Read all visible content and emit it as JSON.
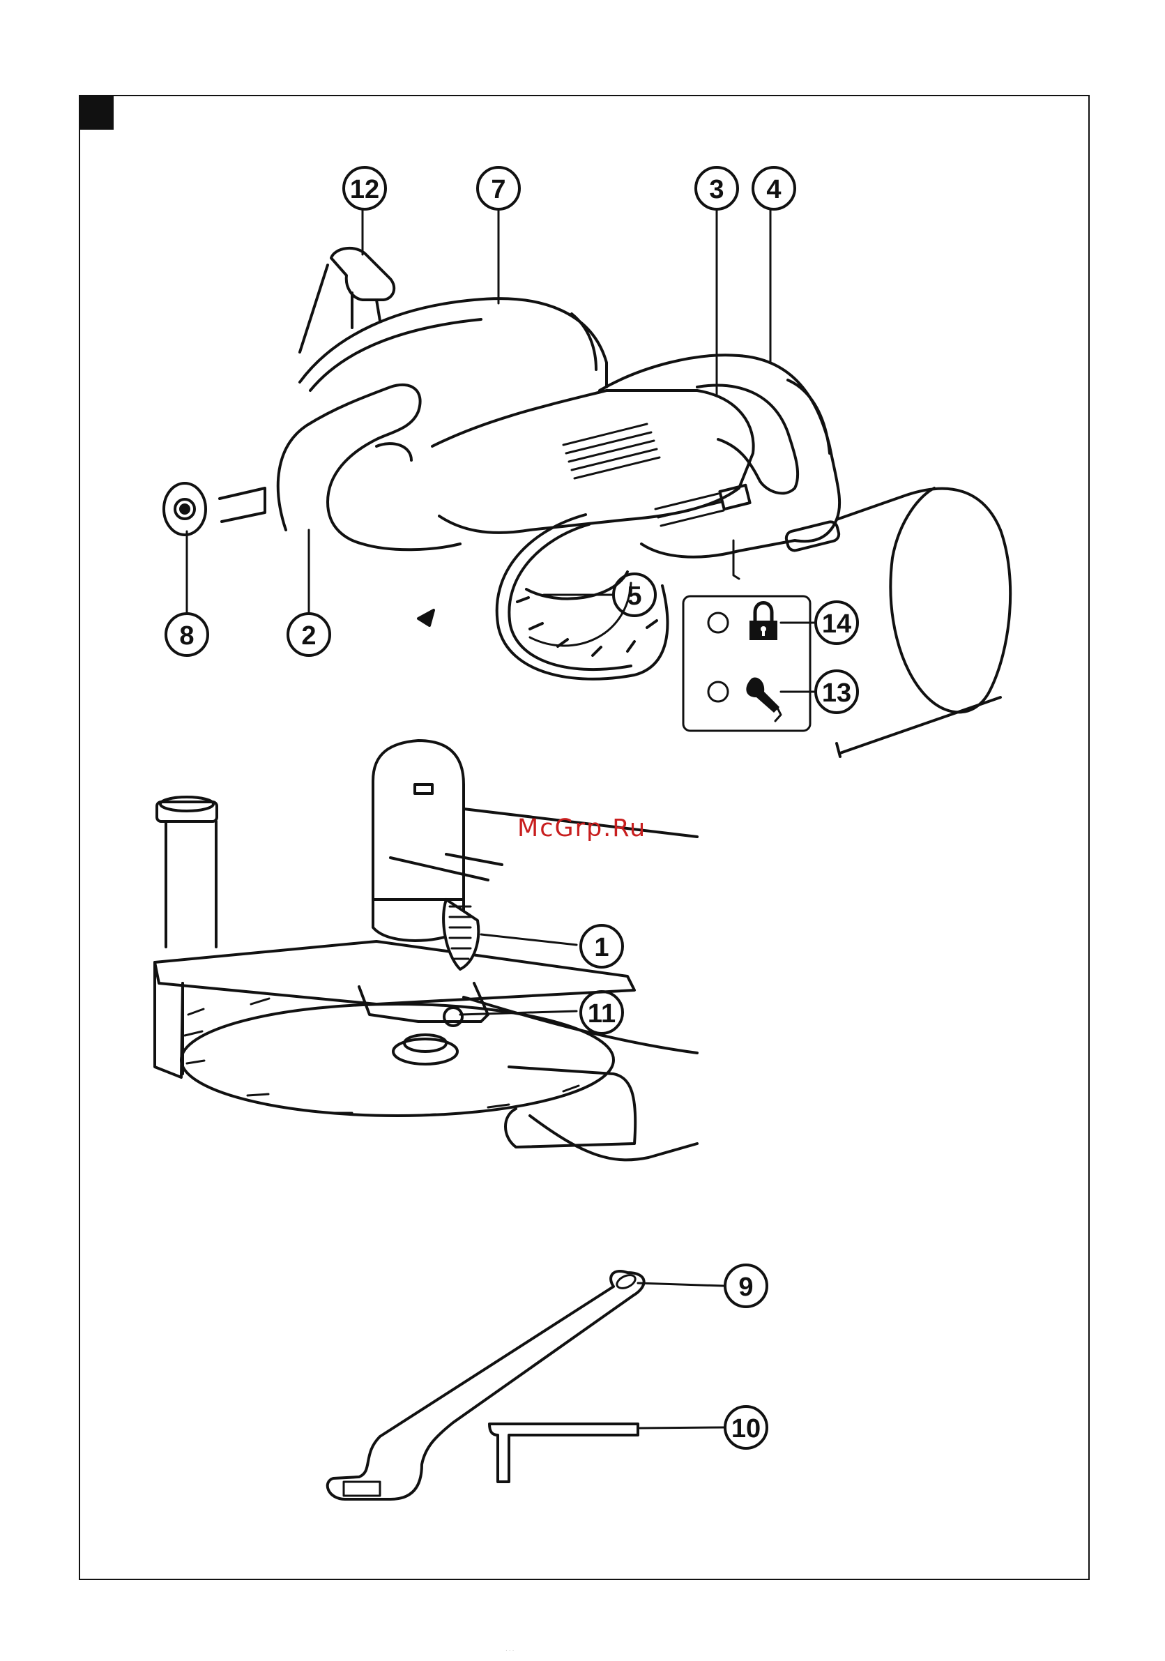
{
  "watermark": "McGrp.Ru",
  "callouts": [
    {
      "id": "c12",
      "number": "12"
    },
    {
      "id": "c7",
      "number": "7"
    },
    {
      "id": "c3",
      "number": "3"
    },
    {
      "id": "c4",
      "number": "4"
    },
    {
      "id": "c5",
      "number": "5"
    },
    {
      "id": "c8",
      "number": "8"
    },
    {
      "id": "c2",
      "number": "2"
    },
    {
      "id": "c14",
      "number": "14"
    },
    {
      "id": "c13",
      "number": "13"
    },
    {
      "id": "c1",
      "number": "1"
    },
    {
      "id": "c11",
      "number": "11"
    },
    {
      "id": "c9",
      "number": "9"
    },
    {
      "id": "c10",
      "number": "10"
    }
  ],
  "indicator_panel": {
    "lamps": [
      {
        "meaning": "lock",
        "icon": "padlock-icon"
      },
      {
        "meaning": "service",
        "icon": "wrench-icon"
      }
    ]
  },
  "colors": {
    "ink": "#111111",
    "watermark": "#c81e1e",
    "background": "#ffffff"
  },
  "footer": "· · ·"
}
